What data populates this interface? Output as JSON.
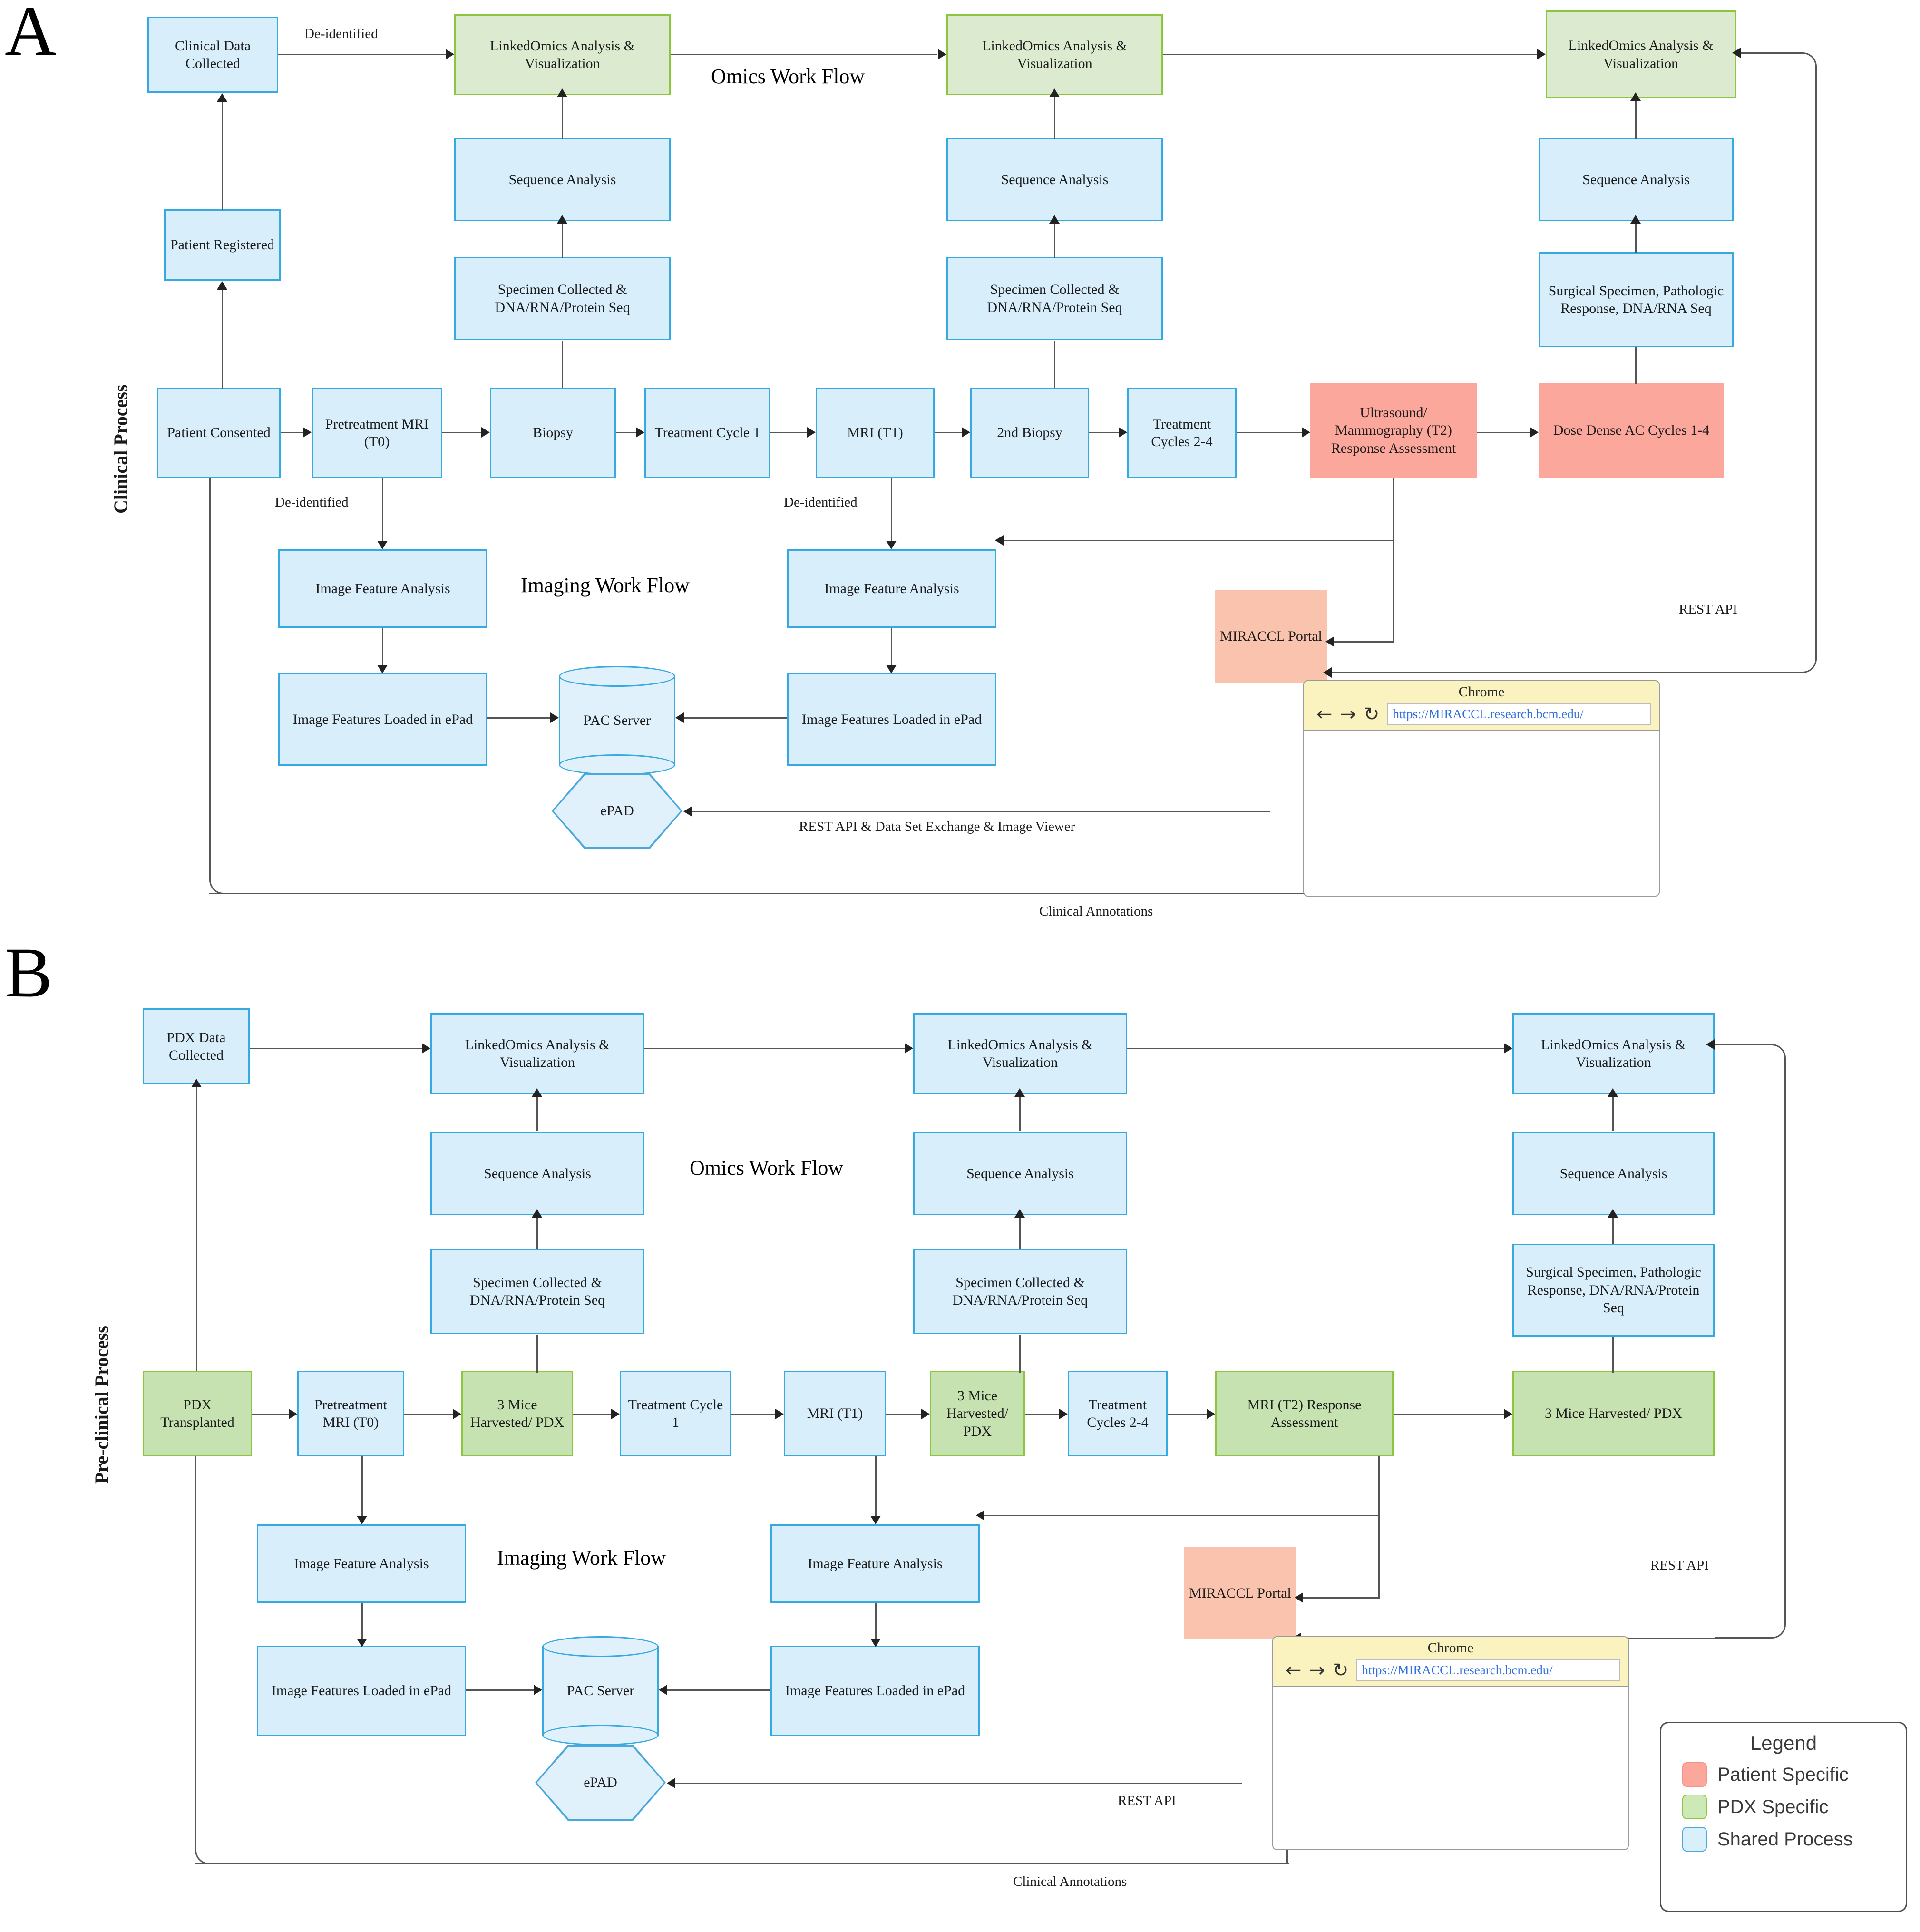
{
  "figure": {
    "panelA_letter": "A",
    "panelB_letter": "B",
    "panelA_side_label": "Clinical Process",
    "panelB_side_label": "Pre-clinical Process",
    "omics_workflow_title": "Omics Work Flow",
    "imaging_workflow_title": "Imaging Work Flow"
  },
  "colors": {
    "patient_specific": "#fba79c",
    "pdx_specific": "#c7e2b1",
    "shared_process": "#d9eefb",
    "shared_border": "#36a9e1",
    "linkedomics_green": "#dcead0",
    "miraccl_portal": "#f9c3ad",
    "chrome_bar": "#faf3c0",
    "url_text": "#2f6fe0"
  },
  "panelA": {
    "nodes": {
      "clinical_data_collected": "Clinical Data Collected",
      "patient_registered": "Patient Registered",
      "patient_consented": "Patient Consented",
      "pretreatment_mri": "Pretreatment MRI (T0)",
      "biopsy": "Biopsy",
      "treatment_cycle_1": "Treatment Cycle 1",
      "mri_t1": "MRI (T1)",
      "second_biopsy": "2nd Biopsy",
      "treatment_cycles_2_4": "Treatment Cycles 2-4",
      "ultrasound_mammography": "Ultrasound/ Mammography (T2) Response Assessment",
      "dose_dense_ac": "Dose Dense AC Cycles 1-4",
      "linkedomics_1": "LinkedOmics Analysis & Visualization",
      "linkedomics_2": "LinkedOmics Analysis & Visualization",
      "linkedomics_3": "LinkedOmics Analysis & Visualization",
      "sequence_analysis_1": "Sequence Analysis",
      "sequence_analysis_2": "Sequence Analysis",
      "sequence_analysis_3": "Sequence Analysis",
      "specimen_collected_1": "Specimen Collected & DNA/RNA/Protein Seq",
      "specimen_collected_2": "Specimen Collected & DNA/RNA/Protein Seq",
      "surgical_specimen": "Surgical Specimen, Pathologic Response, DNA/RNA Seq",
      "image_feature_analysis_1": "Image Feature Analysis",
      "image_feature_analysis_2": "Image Feature Analysis",
      "image_features_epad_1": "Image Features Loaded in ePad",
      "image_features_epad_2": "Image Features Loaded in ePad",
      "pac_server": "PAC Server",
      "epad": "ePAD",
      "miraccl_portal": "MIRACCL Portal"
    },
    "edge_labels": {
      "deidentified_top": "De-identified",
      "deidentified_left": "De-identified",
      "deidentified_mid": "De-identified",
      "rest_api": "REST API",
      "rest_api_exchange": "REST API & Data Set Exchange & Image Viewer",
      "clinical_annotations": "Clinical Annotations"
    },
    "chrome": {
      "title": "Chrome",
      "back_icon": "left-arrow-icon",
      "forward_icon": "right-arrow-icon",
      "reload_icon": "reload-icon",
      "url": "https://MIRACCL.research.bcm.edu/"
    }
  },
  "panelB": {
    "nodes": {
      "pdx_data_collected": "PDX Data Collected",
      "pdx_transplanted": "PDX Transplanted",
      "pretreatment_mri": "Pretreatment MRI (T0)",
      "mice_harvested_1": "3 Mice Harvested/ PDX",
      "treatment_cycle_1": "Treatment Cycle 1",
      "mri_t1": "MRI (T1)",
      "mice_harvested_2": "3 Mice Harvested/ PDX",
      "treatment_cycles_2_4": "Treatment Cycles 2-4",
      "mri_t2_response": "MRI (T2) Response Assessment",
      "mice_harvested_3": "3 Mice Harvested/ PDX",
      "linkedomics_1": "LinkedOmics Analysis & Visualization",
      "linkedomics_2": "LinkedOmics Analysis & Visualization",
      "linkedomics_3": "LinkedOmics Analysis & Visualization",
      "sequence_analysis_1": "Sequence Analysis",
      "sequence_analysis_2": "Sequence Analysis",
      "sequence_analysis_3": "Sequence Analysis",
      "specimen_collected_1": "Specimen Collected & DNA/RNA/Protein Seq",
      "specimen_collected_2": "Specimen Collected & DNA/RNA/Protein Seq",
      "surgical_specimen": "Surgical Specimen, Pathologic Response, DNA/RNA/Protein Seq",
      "image_feature_analysis_1": "Image Feature Analysis",
      "image_feature_analysis_2": "Image Feature Analysis",
      "image_features_epad_1": "Image Features Loaded in ePad",
      "image_features_epad_2": "Image Features Loaded in ePad",
      "pac_server": "PAC Server",
      "epad": "ePAD",
      "miraccl_portal": "MIRACCL Portal"
    },
    "edge_labels": {
      "rest_api_right": "REST API",
      "rest_api_left": "REST API",
      "clinical_annotations": "Clinical Annotations"
    },
    "chrome": {
      "title": "Chrome",
      "back_icon": "left-arrow-icon",
      "forward_icon": "right-arrow-icon",
      "reload_icon": "reload-icon",
      "url": "https://MIRACCL.research.bcm.edu/"
    }
  },
  "legend": {
    "title": "Legend",
    "items": [
      {
        "label": "Patient Specific",
        "fill": "#fba79c",
        "border": "#f79182"
      },
      {
        "label": "PDX Specific",
        "fill": "#cde9b6",
        "border": "#8cc63e"
      },
      {
        "label": "Shared Process",
        "fill": "#d9f0fb",
        "border": "#4aa8dd"
      }
    ]
  }
}
